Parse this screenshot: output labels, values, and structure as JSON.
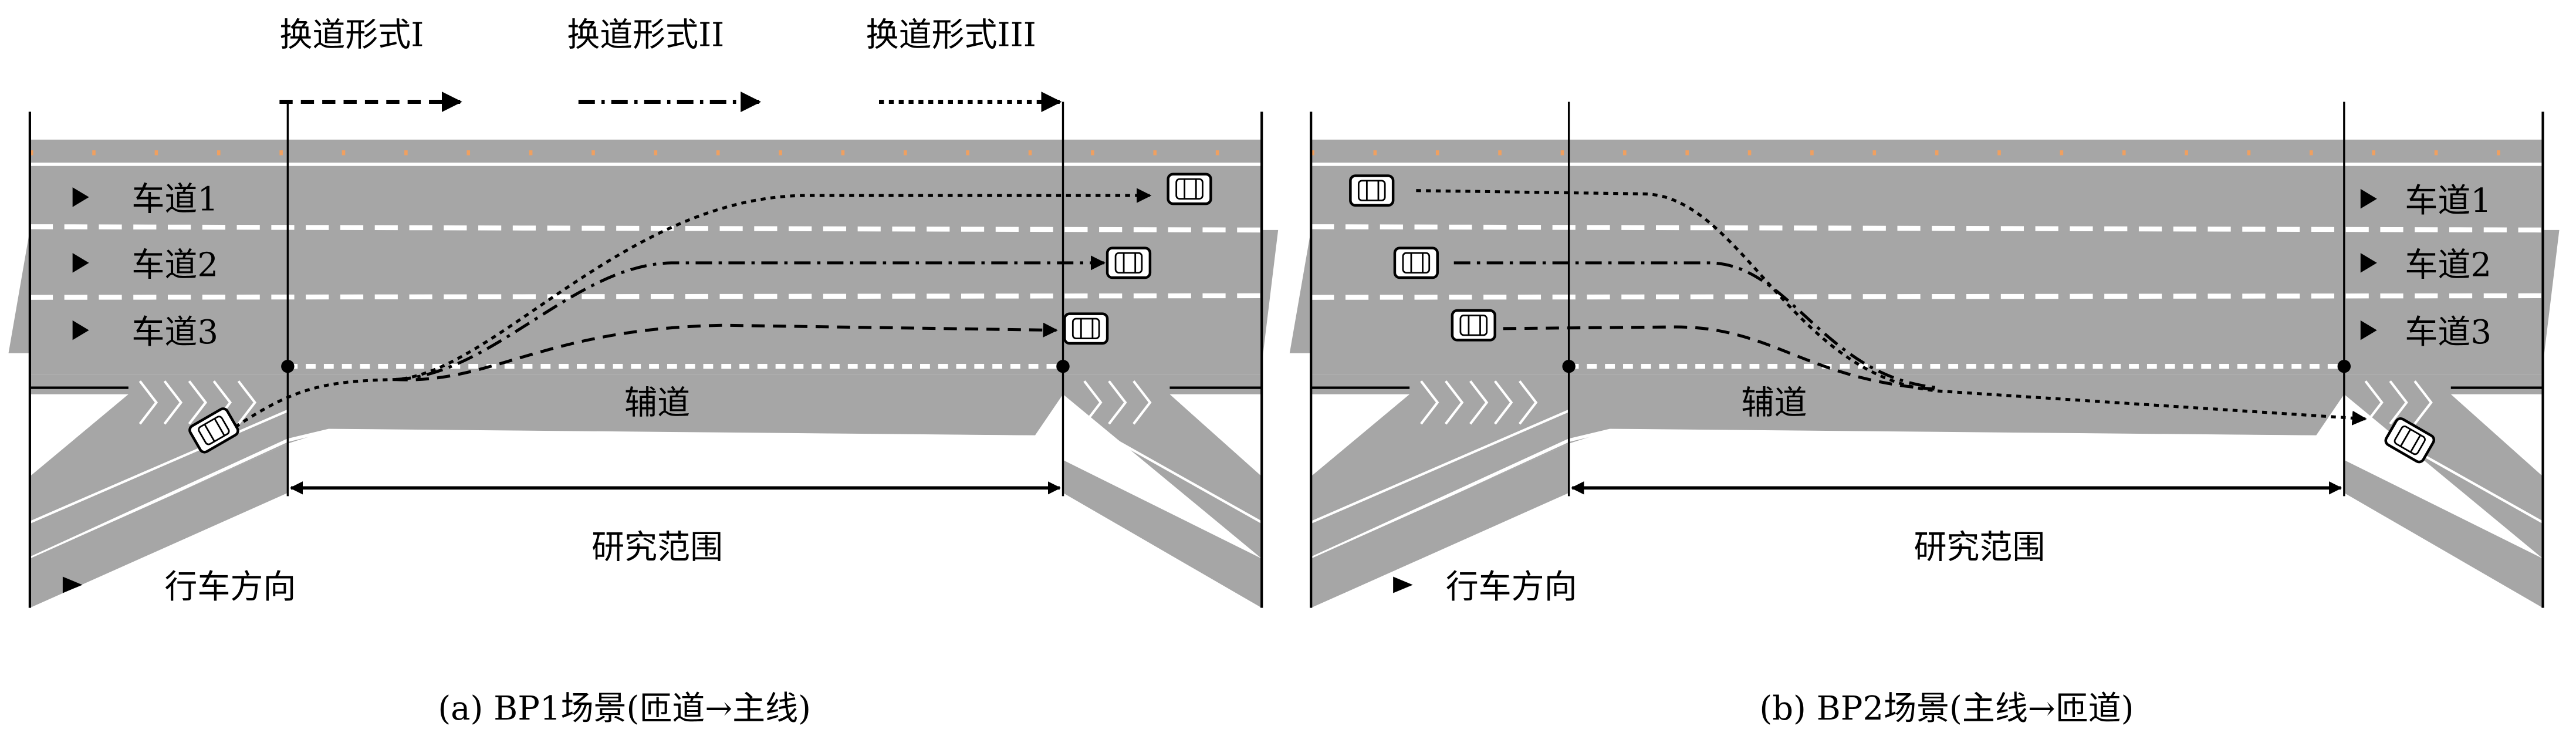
{
  "legend": {
    "form1": "换道形式I",
    "form2": "换道形式II",
    "form3": "换道形式III"
  },
  "panel_a": {
    "lanes": [
      "车道1",
      "车道2",
      "车道3"
    ],
    "aux_road": "辅道",
    "study_range": "研究范围",
    "direction": "行车方向",
    "caption": "(a) BP1场景(匝道→主线)"
  },
  "panel_b": {
    "lanes": [
      "车道1",
      "车道2",
      "车道3"
    ],
    "aux_road": "辅道",
    "study_range": "研究范围",
    "direction": "行车方向",
    "caption": "(b) BP2场景(主线→匝道)"
  },
  "colors": {
    "road": "#a6a6a6",
    "marking": "#ffffff",
    "reflector": "#f0a060",
    "ink": "#000000"
  }
}
